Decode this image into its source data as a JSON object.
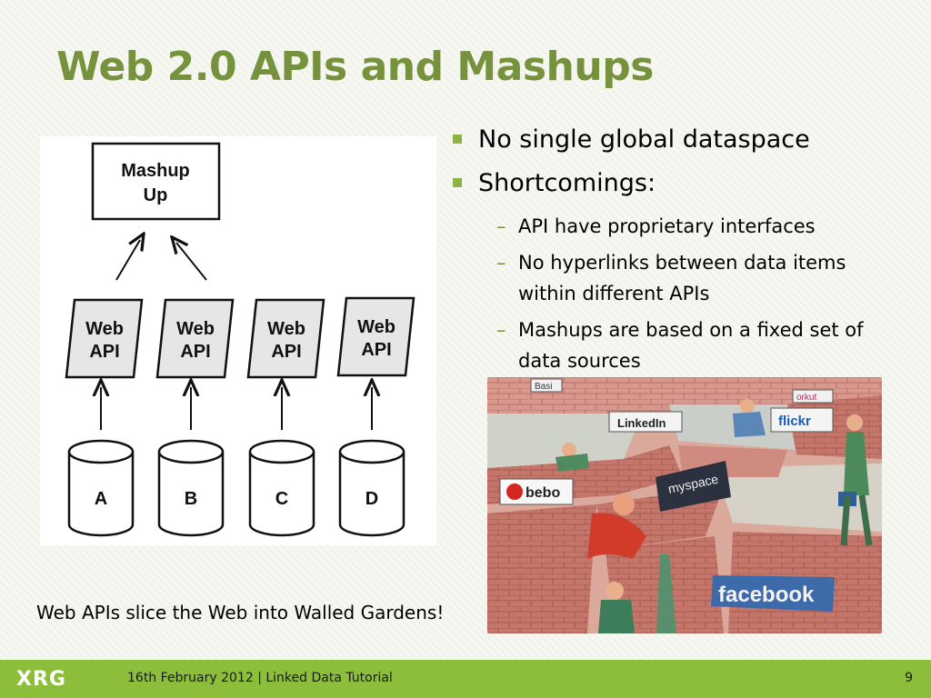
{
  "slide": {
    "title": "Web 2.0 APIs and Mashups",
    "bullets": [
      {
        "text": "No single global dataspace"
      },
      {
        "text": "Shortcomings:"
      }
    ],
    "sub_bullets": [
      {
        "text": "API have proprietary interfaces"
      },
      {
        "text": "No hyperlinks between data items within different APIs"
      },
      {
        "text": "Mashups are based on a fixed set of data sources"
      }
    ],
    "caption": "Web APIs slice the Web into Walled Gardens!"
  },
  "diagram": {
    "mashup_line1": "Mashup",
    "mashup_line2": "Up",
    "api_line1": "Web",
    "api_line2": "API",
    "sources": [
      "A",
      "B",
      "C",
      "D"
    ]
  },
  "cartoon": {
    "signs": [
      "LinkedIn",
      "flickr",
      "myspace",
      "bebo",
      "facebook",
      "orkut",
      "Basi"
    ]
  },
  "footer": {
    "logo": "XRG",
    "text": "16th February 2012 | Linked Data Tutorial",
    "page_number": "9"
  },
  "colors": {
    "accent": "#76923c",
    "bullet": "#8db245",
    "footer": "#8cbe3c"
  }
}
